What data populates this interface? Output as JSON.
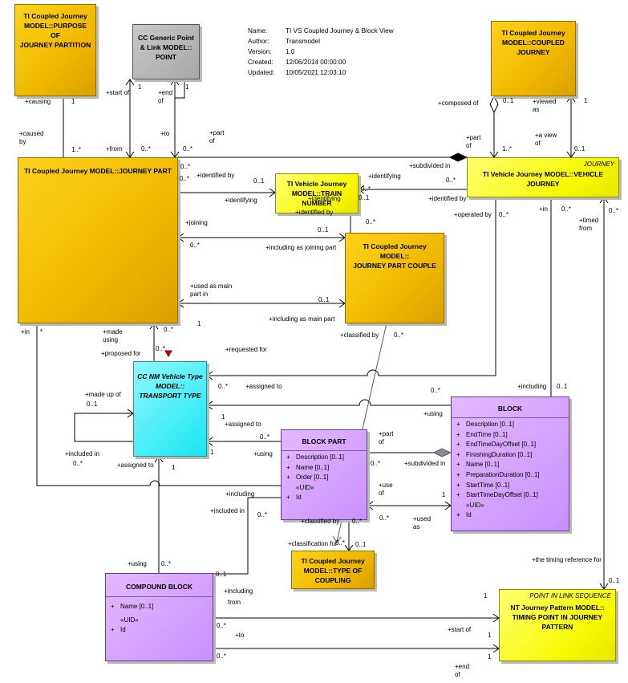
{
  "metadata": {
    "name_label": "Name:",
    "name_value": "TI VS  Coupled Journey & Block View",
    "author_label": "Author:",
    "author_value": "Transmodel",
    "version_label": "Version:",
    "version_value": "1.0",
    "created_label": "Created:",
    "created_value": "12/06/2014 00:00:00",
    "updated_label": "Updated:",
    "updated_value": "10/05/2021 12:03:10"
  },
  "classes": {
    "purpose": {
      "title": "TI Coupled Journey\nMODEL::PURPOSE OF\nJOURNEY PARTITION"
    },
    "point": {
      "title": "CC Generic Point\n& Link MODEL::\nPOINT"
    },
    "coupled": {
      "title": "TI Coupled Journey\nMODEL::COUPLED\nJOURNEY"
    },
    "journey_part": {
      "title": "TI Coupled Journey MODEL::JOURNEY PART"
    },
    "train_number": {
      "title": "TI Vehicle Journey\nMODEL::TRAIN\nNUMBER"
    },
    "vehicle_journey": {
      "stereotype": "JOURNEY",
      "title": "TI Vehicle Journey MODEL::VEHICLE\nJOURNEY"
    },
    "part_couple": {
      "title": "TI Coupled Journey MODEL::\nJOURNEY PART COUPLE"
    },
    "transport_type": {
      "title": "CC NM Vehicle Type\nMODEL::\nTRANSPORT TYPE"
    },
    "block": {
      "title": "BLOCK",
      "attrs": [
        "Description [0..1]",
        "EndTime [0..1]",
        "EndTimeDayOffset [0..1]",
        "FinishingDuration [0..1]",
        "Name [0..1]",
        "PreparationDuration [0..1]",
        "StartTime [0..1]",
        "StartTimeDayOffset [0..1]"
      ],
      "uid_label": "«UID»",
      "uid_attr": "Id"
    },
    "block_part": {
      "title": "BLOCK PART",
      "attrs": [
        "Description [0..1]",
        "Name [0..1]",
        "Order [0..1]"
      ],
      "uid_label": "«UID»",
      "uid_attr": "Id"
    },
    "type_of_coupling": {
      "title": "TI Coupled Journey\nMODEL::TYPE OF\nCOUPLING"
    },
    "compound_block": {
      "title": "COMPOUND BLOCK",
      "attrs": [
        "Name [0..1]"
      ],
      "uid_label": "«UID»",
      "uid_attr": "Id"
    },
    "timing_point": {
      "stereotype": "POINT IN LINK SEQUENCE",
      "title": "NT Journey Pattern MODEL::\nTIMING POINT IN JOURNEY\nPATTERN"
    }
  },
  "visibility_marker": "+",
  "labels": {
    "causing": "+causing",
    "m_1a": "1",
    "caused_by": "+caused\nby",
    "m_1star": "1..*",
    "start_of": "+start of",
    "m_1b": "1",
    "end_of": "+end\nof",
    "m_1c": "1",
    "from": "+from",
    "to": "+to",
    "m_0sa": "0..*",
    "m_0sb": "0..*",
    "part_of_top": "+part\nof",
    "composed_of": "+composed of",
    "m_01a": "0..1",
    "m_1d": "1",
    "viewed_as": "+viewed\nas",
    "part_of_right": "+part\nof",
    "m_1stb": "1..*",
    "a_view_of": "+a view\nof",
    "m_01b": "0..1",
    "subdivided_in_top": "+subdivided in",
    "m_0sc": "0..*",
    "identified_by_a": "+identified by",
    "m_01c": "0..1",
    "identifying_a": "+identifying",
    "m_0sd": "0..*",
    "identifying_b": "+identifying",
    "m_0se": "0..*",
    "identified_by_b": "+identified by",
    "m_0sf": "0..*",
    "identifying_c": "+identifying",
    "m_01d": "0..1",
    "identified_by_c": "+identified by",
    "m_01e": "0..1",
    "m_0sg": "0..*",
    "joining": "+joining",
    "m_0sh": "0..*",
    "incl_joining": "+including as joining part",
    "used_as_main": "+used as main\npart in",
    "m_01f": "0..1",
    "m_1e": "1",
    "incl_main": "+including as main part",
    "operated_by": "+operated by",
    "m_0si": "0..*",
    "in_right": "+in",
    "m_0sj": "0..*",
    "timed_from": "+timed\nfrom",
    "m_0sk": "0..*",
    "in_left": "+in",
    "m_star": "*",
    "made_using": "+made\nusing",
    "m_0sl": "0..*",
    "proposed_for": "+proposed for",
    "m_0sm": "0..*",
    "requested_for": "+requested for",
    "classified_by_a": "+classified by",
    "m_0sn": "0..*",
    "assigned_to_a": "+assigned to",
    "m_0so": "0..*",
    "m_0sp": "0..*",
    "made_up_of": "+made up of",
    "m_01g": "0..1",
    "m_1f": "1",
    "assigned_to_b": "+assigned to",
    "m_0sq": "0..*",
    "using_a": "+using",
    "including_a": "+including",
    "m_01h": "0..1",
    "part_of_bottom": "+part\nof",
    "included_in_a": "+included in",
    "m_0sr": "0..*",
    "assigned_to_c": "+assigned to",
    "m_1g": "1",
    "using_b": "+using",
    "m_1h": "1",
    "subdivided_in_b": "+subdivided in",
    "m_0ss": "0..*",
    "use_of": "+use\nof",
    "m_1i": "1",
    "including_b": "+including",
    "included_in_b": "+included in",
    "m_0st": "0..*",
    "classified_by_b": "+classified by",
    "m_0su": "0..*",
    "used_as": "+used\nas",
    "m_0sv": "0..*",
    "classification_for": "+classification for",
    "m_0sw": "0..*",
    "m_01i": "0..1",
    "using_c": "+using",
    "m_0sx": "0..*",
    "m_01j": "0..1",
    "including_c": "+including",
    "from_b": "from",
    "m_1j": "1",
    "timing_ref": "+the timing reference for",
    "m_01k": "0..1",
    "m_0sy": "0..*",
    "start_of_b": "+start of",
    "m_1k": "1",
    "to_b": "+to",
    "m_0sz": "0..*",
    "m_1l": "1",
    "end_of_b": "+end\nof"
  }
}
